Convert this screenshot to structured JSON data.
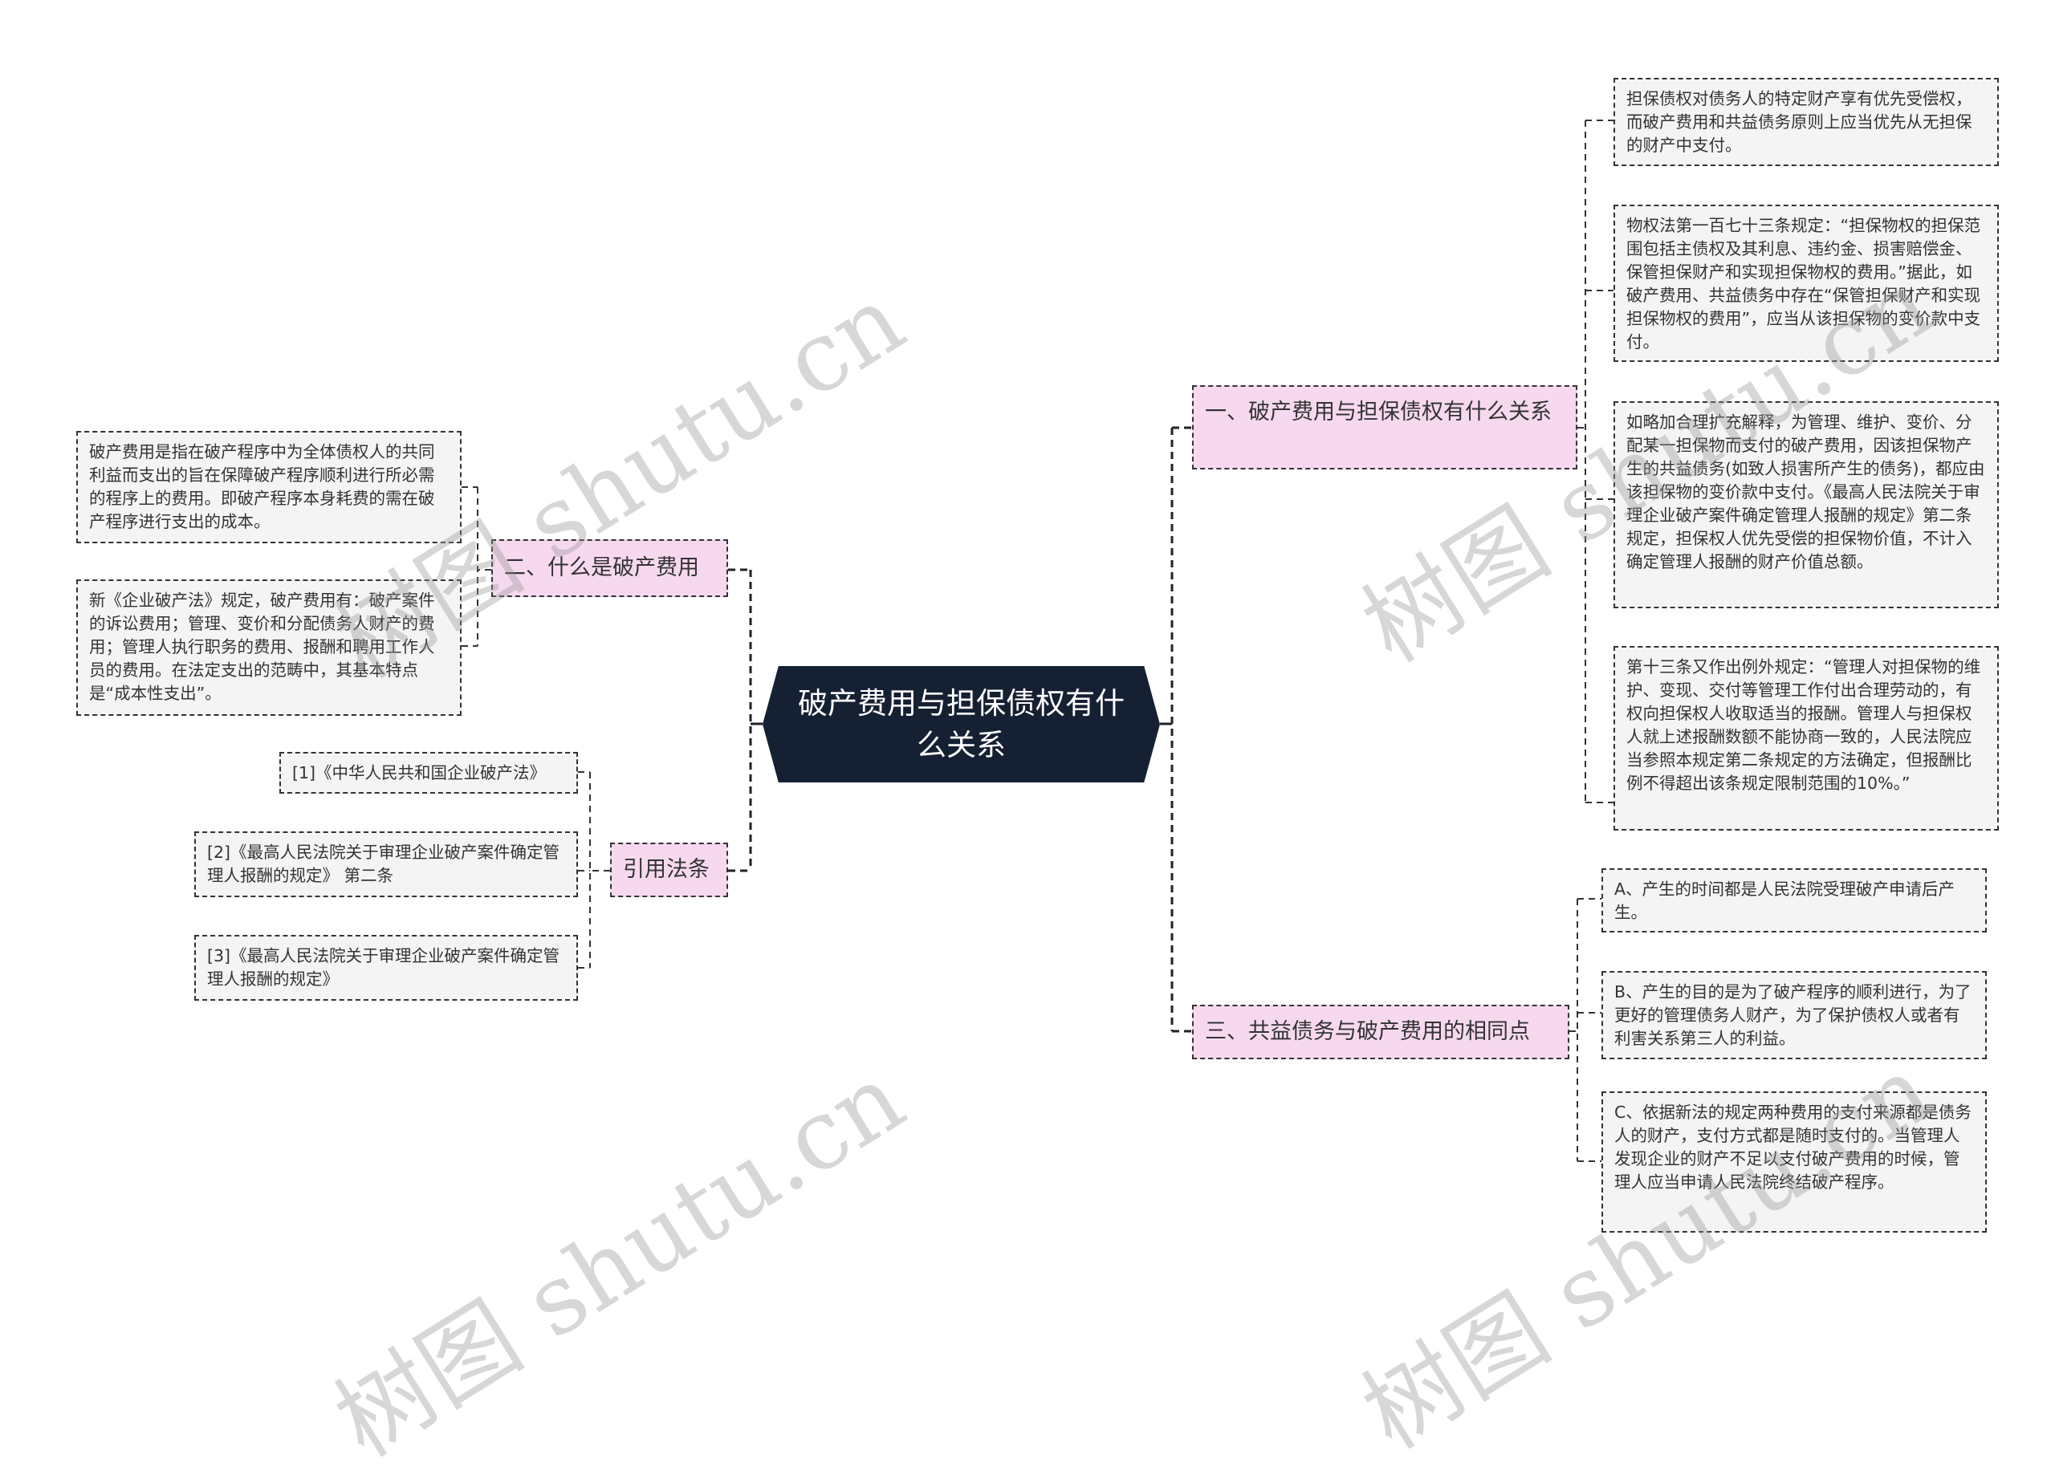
{
  "center": {
    "title": "破产费用与担保债权有什么关系"
  },
  "branches": {
    "b1": {
      "label": "一、破产费用与担保债权有什么关系",
      "children": [
        "担保债权对债务人的特定财产享有优先受偿权，而破产费用和共益债务原则上应当优先从无担保的财产中支付。",
        "物权法第一百七十三条规定：“担保物权的担保范围包括主债权及其利息、违约金、损害赔偿金、保管担保财产和实现担保物权的费用。”据此，如破产费用、共益债务中存在“保管担保财产和实现担保物权的费用”，应当从该担保物的变价款中支付。",
        "如略加合理扩充解释，为管理、维护、变价、分配某一担保物而支付的破产费用，因该担保物产生的共益债务(如致人损害所产生的债务)，都应由该担保物的变价款中支付。《最高人民法院关于审理企业破产案件确定管理人报酬的规定》第二条规定，担保权人优先受偿的担保物价值，不计入确定管理人报酬的财产价值总额。",
        "第十三条又作出例外规定：“管理人对担保物的维护、变现、交付等管理工作付出合理劳动的，有权向担保权人收取适当的报酬。管理人与担保权人就上述报酬数额不能协商一致的，人民法院应当参照本规定第二条规定的方法确定，但报酬比例不得超出该条规定限制范围的10%。”"
      ]
    },
    "b2": {
      "label": "二、什么是破产费用",
      "children": [
        "破产费用是指在破产程序中为全体债权人的共同利益而支出的旨在保障破产程序顺利进行所必需的程序上的费用。即破产程序本身耗费的需在破产程序进行支出的成本。",
        "新《企业破产法》规定，破产费用有：破产案件的诉讼费用；管理、变价和分配债务人财产的费用；管理人执行职务的费用、报酬和聘用工作人员的费用。在法定支出的范畴中，其基本特点是“成本性支出”。"
      ]
    },
    "b3": {
      "label": "三、共益债务与破产费用的相同点",
      "children": [
        "A、产生的时间都是人民法院受理破产申请后产生。",
        "B、产生的目的是为了破产程序的顺利进行，为了更好的管理债务人财产，为了保护债权人或者有利害关系第三人的利益。",
        "C、依据新法的规定两种费用的支付来源都是债务人的财产，支付方式都是随时支付的。当管理人发现企业的财产不足以支付破产费用的时候，管理人应当申请人民法院终结破产程序。"
      ]
    },
    "b4": {
      "label": "引用法条",
      "children": [
        "[1]《中华人民共和国企业破产法》",
        "[2]《最高人民法院关于审理企业破产案件确定管理人报酬的规定》 第二条",
        "[3]《最高人民法院关于审理企业破产案件确定管理人报酬的规定》"
      ]
    }
  },
  "watermark": {
    "text": "树图 shutu.cn"
  },
  "colors": {
    "center_bg": "#152033",
    "branch_bg": "#f7d9ef",
    "leaf_bg": "#f4f4f4",
    "border": "#333333"
  }
}
